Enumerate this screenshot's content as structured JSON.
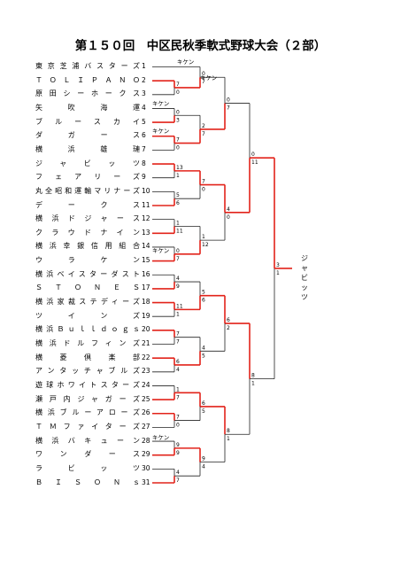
{
  "title": "第１５０回　中区民秋季軟式野球大会（２部）",
  "teams": [
    "東京芝浦バスターズ",
    "ＴＯＬＩＰＡＮＯ",
    "原田シーホークス",
    "矢吹海運",
    "ブルースカイ",
    "ダガース",
    "横浜雄璉",
    "ジャビッツ",
    "フェアリーズ",
    "丸全昭和運輸マリナーズ",
    "デークス",
    "横浜ドジャース",
    "クラウドナイン",
    "横浜幸銀信用組合",
    "ウラケン",
    "横浜ベイスターダスト",
    "ＳＴＯＮＥＳ",
    "横浜家裁ステディーズ",
    "ツインズ",
    "横浜Ｂｕｌｌｄｏｇｓ",
    "横浜ドルフィンズ",
    "横菱倶楽部",
    "アンタッチャブルズ",
    "遊球ホワイトスターズ",
    "瀬戸内ジャガーズ",
    "横浜ブルーアローズ",
    "ＴＭファイターズ",
    "横浜バキューン",
    "ワンダース",
    "ラビッツ",
    "ＢＩＳＯＮｓ"
  ],
  "numbers": [
    "1",
    "2",
    "3",
    "4",
    "5",
    "6",
    "7",
    "8",
    "9",
    "10",
    "11",
    "12",
    "13",
    "14",
    "15",
    "16",
    "17",
    "18",
    "19",
    "20",
    "21",
    "22",
    "23",
    "24",
    "25",
    "26",
    "27",
    "28",
    "29",
    "30",
    "31"
  ],
  "forfeit_label": "キケン",
  "scores": {
    "r1": [
      [
        "0",
        "7"
      ],
      [
        "7",
        "0"
      ],
      [
        "0",
        "3"
      ],
      [
        "7",
        "0"
      ],
      [
        "13",
        "1"
      ],
      [
        "5",
        "6"
      ],
      [
        "1",
        "11"
      ],
      [
        "0",
        "7"
      ],
      [
        "4",
        "9"
      ],
      [
        "11",
        "1"
      ],
      [
        "7",
        "7"
      ],
      [
        "6",
        "4"
      ],
      [
        "1",
        "7"
      ],
      [
        "7",
        "0"
      ],
      [
        "9",
        "9"
      ],
      [
        "4",
        "7"
      ]
    ],
    "r2": [
      [
        "0",
        "7"
      ],
      [
        "2",
        "7"
      ],
      [
        "7",
        "0"
      ],
      [
        "1",
        "12"
      ],
      [
        "5",
        "6"
      ],
      [
        "4",
        "5"
      ],
      [
        "6",
        "5"
      ],
      [
        "9",
        "4"
      ]
    ],
    "r3": [
      [
        "0",
        "7"
      ],
      [
        "4",
        "0"
      ],
      [
        "6",
        "2"
      ],
      [
        "8",
        "1"
      ]
    ],
    "r4": [
      [
        "0",
        "11"
      ],
      [
        "8",
        "1"
      ]
    ],
    "final": [
      "3",
      "1"
    ]
  },
  "champion": "ジャビッツ"
}
